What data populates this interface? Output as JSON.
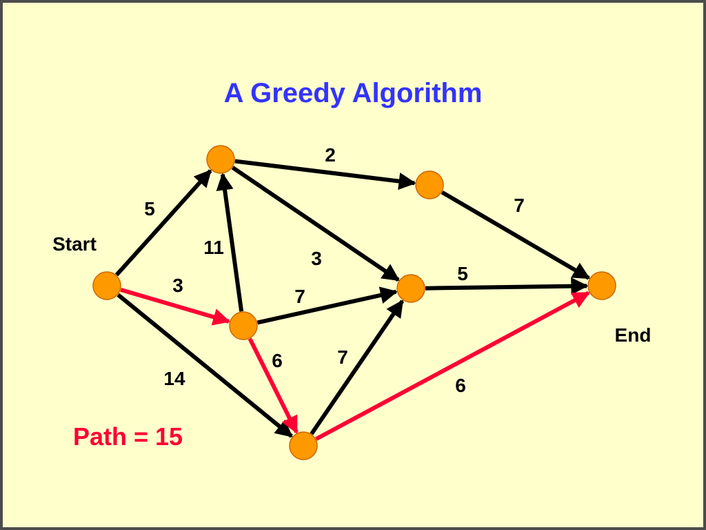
{
  "title": "A Greedy Algorithm",
  "path_label": "Path = 15",
  "colors": {
    "background": "#ffffcc",
    "border": "#4d4d4d",
    "title": "#3333ff",
    "edge": "#000000",
    "highlight": "#ff0033",
    "node_fill": "#ff9900",
    "node_stroke": "#cc6600",
    "text": "#000000"
  },
  "nodes": [
    {
      "id": "start",
      "label": "Start"
    },
    {
      "id": "top",
      "label": ""
    },
    {
      "id": "top-right",
      "label": ""
    },
    {
      "id": "middle",
      "label": ""
    },
    {
      "id": "center-right",
      "label": ""
    },
    {
      "id": "bottom",
      "label": ""
    },
    {
      "id": "end",
      "label": "End"
    }
  ],
  "edges": [
    {
      "from": "start",
      "to": "top",
      "weight": "5",
      "highlight": false
    },
    {
      "from": "start",
      "to": "middle",
      "weight": "3",
      "highlight": true
    },
    {
      "from": "start",
      "to": "bottom",
      "weight": "14",
      "highlight": false
    },
    {
      "from": "middle",
      "to": "top",
      "weight": "11",
      "highlight": false
    },
    {
      "from": "top",
      "to": "top-right",
      "weight": "2",
      "highlight": false
    },
    {
      "from": "top",
      "to": "center-right",
      "weight": "3",
      "highlight": false
    },
    {
      "from": "middle",
      "to": "center-right",
      "weight": "7",
      "highlight": false
    },
    {
      "from": "middle",
      "to": "bottom",
      "weight": "6",
      "highlight": true
    },
    {
      "from": "bottom",
      "to": "center-right",
      "weight": "7",
      "highlight": false
    },
    {
      "from": "top-right",
      "to": "end",
      "weight": "7",
      "highlight": false
    },
    {
      "from": "center-right",
      "to": "end",
      "weight": "5",
      "highlight": false
    },
    {
      "from": "bottom",
      "to": "end",
      "weight": "6",
      "highlight": true
    }
  ]
}
